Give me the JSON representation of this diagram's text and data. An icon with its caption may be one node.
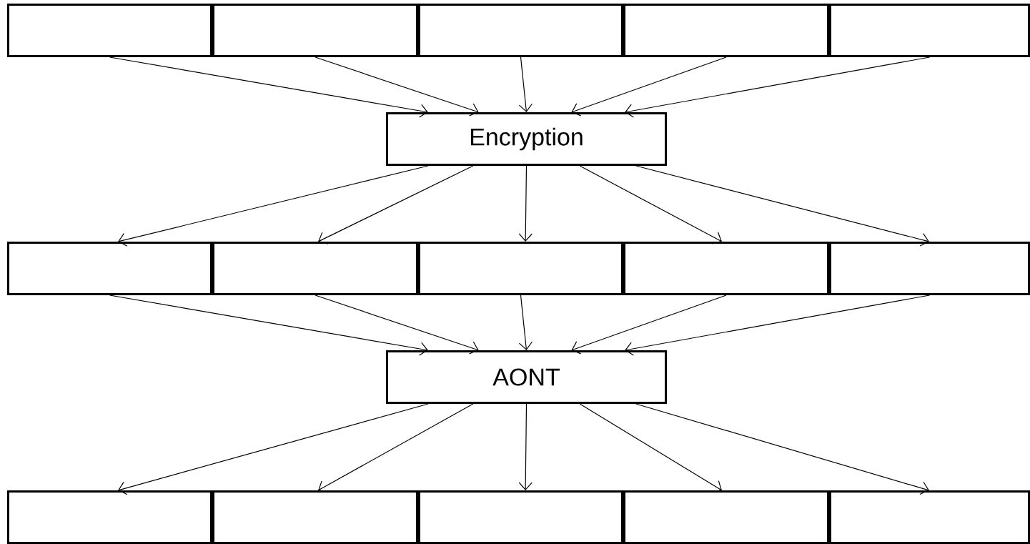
{
  "diagram": {
    "nodes": [
      {
        "text": [],
        "shape": "box"
      },
      {
        "text": [],
        "shape": "box"
      },
      {
        "text": [],
        "shape": "box"
      },
      {
        "text": [],
        "shape": "box"
      },
      {
        "text": [],
        "shape": "box"
      },
      {
        "text": [
          "Encryption"
        ]
      },
      {
        "text": [],
        "shape": "box"
      },
      {
        "text": [],
        "shape": "box"
      },
      {
        "text": [],
        "shape": "box"
      },
      {
        "text": [],
        "shape": "box"
      },
      {
        "text": [],
        "shape": "box"
      },
      {
        "text": [
          "AONT"
        ]
      },
      {
        "text": [],
        "shape": "box"
      },
      {
        "text": [],
        "shape": "box"
      },
      {
        "text": [],
        "shape": "box"
      },
      {
        "text": [],
        "shape": "box"
      },
      {
        "text": [],
        "shape": "box"
      }
    ],
    "edges": [
      {
        "from": 0,
        "to": 5,
        "arrow": "to"
      },
      {
        "from": 1,
        "to": 5,
        "arrow": "to"
      },
      {
        "from": 2,
        "to": 5,
        "arrow": "to"
      },
      {
        "from": 3,
        "to": 5,
        "arrow": "to"
      },
      {
        "from": 4,
        "to": 5,
        "arrow": "to"
      },
      {
        "from": 5,
        "to": 6,
        "arrow": "to"
      },
      {
        "from": 5,
        "to": 7,
        "arrow": "to"
      },
      {
        "from": 5,
        "to": 8,
        "arrow": "to"
      },
      {
        "from": 5,
        "to": 9,
        "arrow": "to"
      },
      {
        "from": 5,
        "to": 10,
        "arrow": "to"
      },
      {
        "from": 6,
        "to": 11,
        "arrow": "to"
      },
      {
        "from": 7,
        "to": 11,
        "arrow": "to"
      },
      {
        "from": 8,
        "to": 11,
        "arrow": "to"
      },
      {
        "from": 9,
        "to": 11,
        "arrow": "to"
      },
      {
        "from": 10,
        "to": 11,
        "arrow": "to"
      },
      {
        "from": 11,
        "to": 12,
        "arrow": "to"
      },
      {
        "from": 11,
        "to": 13,
        "arrow": "to"
      },
      {
        "from": 11,
        "to": 14,
        "arrow": "to"
      },
      {
        "from": 11,
        "to": 15,
        "arrow": "to"
      },
      {
        "from": 11,
        "to": 16,
        "arrow": "to"
      }
    ]
  }
}
